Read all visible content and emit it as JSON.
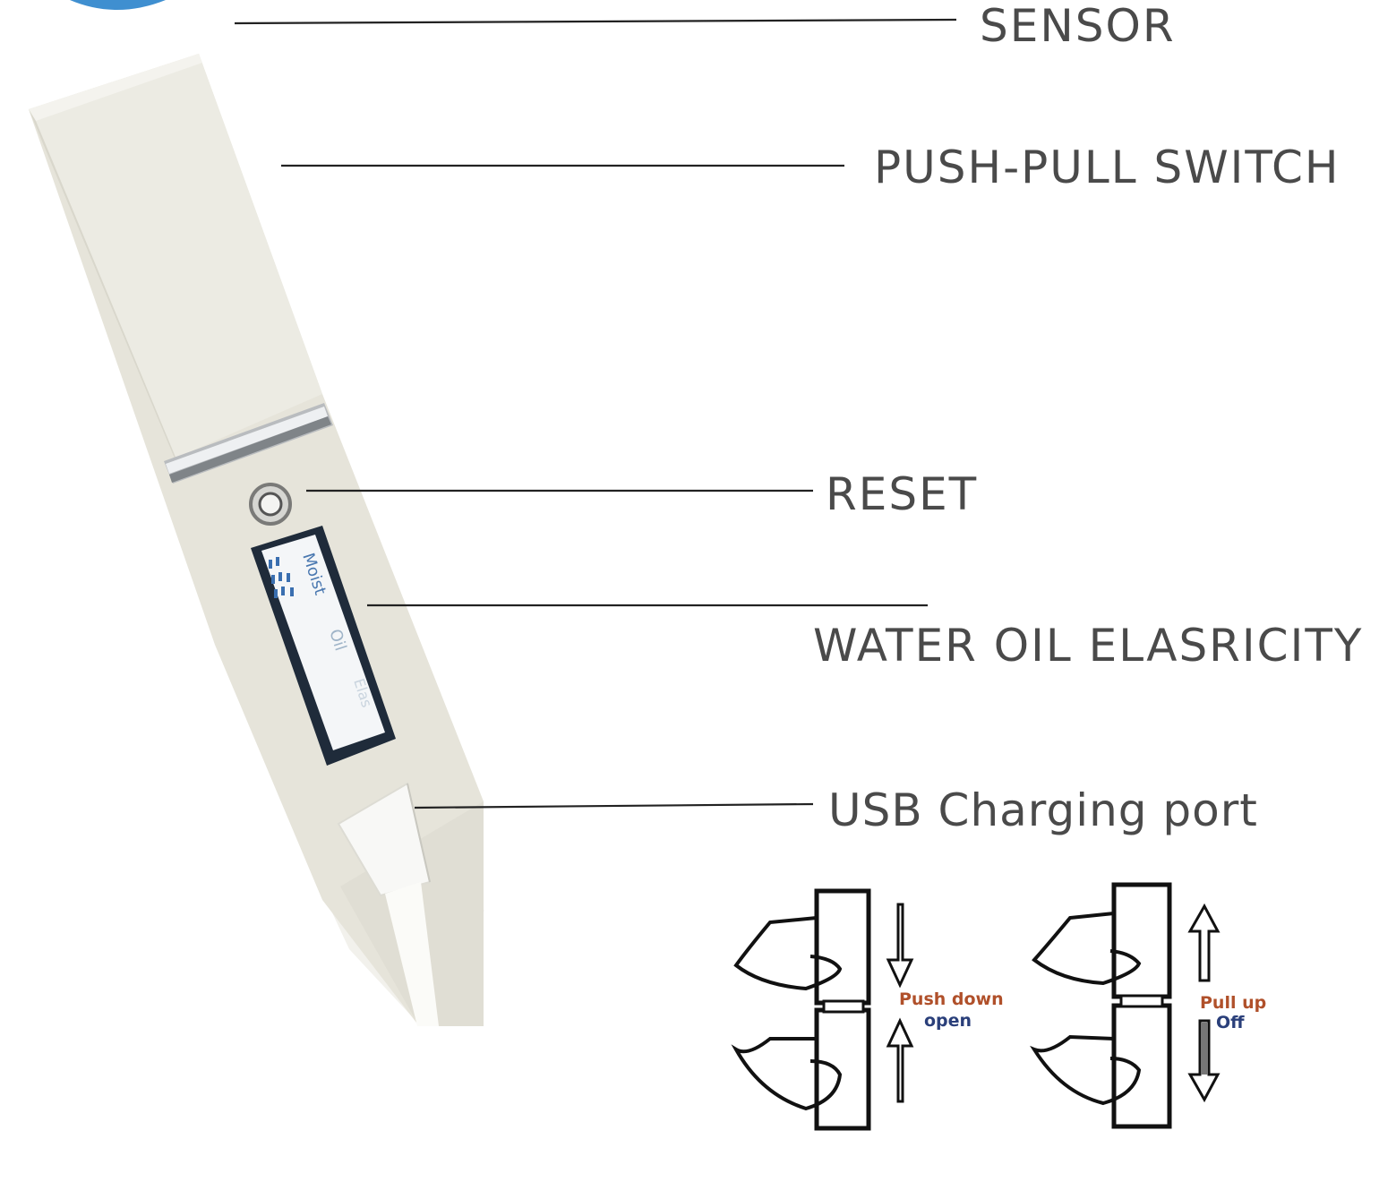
{
  "callouts": {
    "sensor": "SENSOR",
    "push_pull_switch": "PUSH-PULL SWITCH",
    "reset": "RESET",
    "water_oil_elasticity": "WATER OIL ELASRICITY",
    "usb_port": "USB Charging port"
  },
  "display": {
    "moist": "Moist",
    "oil": "Oil",
    "elastic": "Elas"
  },
  "instructions": {
    "push_line1": "Push down",
    "push_line2": "open",
    "pull_line1": "Pull up",
    "pull_line2": "Off"
  },
  "colors": {
    "device_body": "#e6e4da",
    "label_text": "#4a4a4a",
    "callout_line": "#222222",
    "instruction_text": "#b0502a"
  }
}
